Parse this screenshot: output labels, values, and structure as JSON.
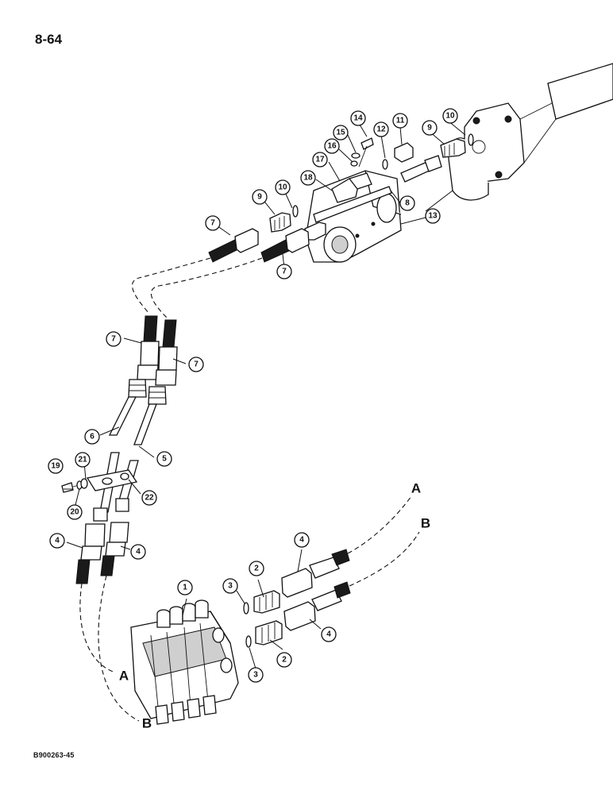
{
  "page": {
    "page_number": "8-64",
    "figure_code": "B900263-45"
  },
  "callouts": [
    {
      "id": "c1",
      "label": "1"
    },
    {
      "id": "c2a",
      "label": "2"
    },
    {
      "id": "c2b",
      "label": "2"
    },
    {
      "id": "c3a",
      "label": "3"
    },
    {
      "id": "c3b",
      "label": "3"
    },
    {
      "id": "c4a",
      "label": "4"
    },
    {
      "id": "c4b",
      "label": "4"
    },
    {
      "id": "c4c",
      "label": "4"
    },
    {
      "id": "c4d",
      "label": "4"
    },
    {
      "id": "c5",
      "label": "5"
    },
    {
      "id": "c6",
      "label": "6"
    },
    {
      "id": "c7a",
      "label": "7"
    },
    {
      "id": "c7b",
      "label": "7"
    },
    {
      "id": "c7c",
      "label": "7"
    },
    {
      "id": "c7d",
      "label": "7"
    },
    {
      "id": "c8",
      "label": "8"
    },
    {
      "id": "c9a",
      "label": "9"
    },
    {
      "id": "c9b",
      "label": "9"
    },
    {
      "id": "c10a",
      "label": "10"
    },
    {
      "id": "c10b",
      "label": "10"
    },
    {
      "id": "c11",
      "label": "11"
    },
    {
      "id": "c12",
      "label": "12"
    },
    {
      "id": "c13",
      "label": "13"
    },
    {
      "id": "c14",
      "label": "14"
    },
    {
      "id": "c15",
      "label": "15"
    },
    {
      "id": "c16",
      "label": "16"
    },
    {
      "id": "c17",
      "label": "17"
    },
    {
      "id": "c18",
      "label": "18"
    },
    {
      "id": "c19",
      "label": "19"
    },
    {
      "id": "c20",
      "label": "20"
    },
    {
      "id": "c21",
      "label": "21"
    },
    {
      "id": "c22",
      "label": "22"
    }
  ],
  "connection_letters": [
    {
      "id": "A1",
      "label": "A"
    },
    {
      "id": "B1",
      "label": "B"
    },
    {
      "id": "A2",
      "label": "A"
    },
    {
      "id": "B2",
      "label": "B"
    }
  ]
}
